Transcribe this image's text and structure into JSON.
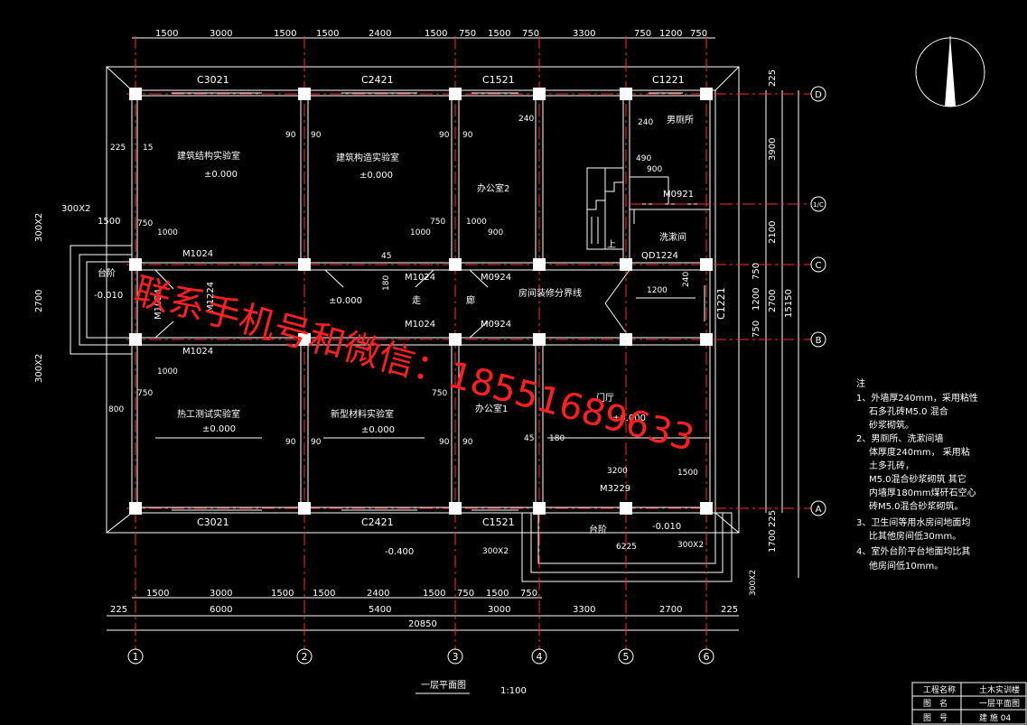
{
  "drawing": {
    "title": "一层平面图",
    "scale": "1:100",
    "watermark": "联系手机号和微信：18551689633"
  },
  "dimensions": {
    "top_segments": [
      "1500",
      "3000",
      "1500",
      "1500",
      "2400",
      "1500",
      "750",
      "1500",
      "750",
      "3300",
      "750",
      "1200",
      "750"
    ],
    "bottom_segments": [
      "1500",
      "3000",
      "1500",
      "1500",
      "2400",
      "1500",
      "750",
      "1500",
      "750"
    ],
    "bottom_bays": [
      "225",
      "6000",
      "5400",
      "3000",
      "3300",
      "2700",
      "225"
    ],
    "overall": "20850",
    "right_segments": [
      "225",
      "3900",
      "2100",
      "750",
      "1200",
      "750",
      "2700",
      "15150",
      "225",
      "1700"
    ],
    "left_segments": [
      "300X2",
      "1500",
      "300X2",
      "2700",
      "300X2"
    ],
    "misc": [
      "225",
      "15",
      "750",
      "1000",
      "800",
      "750",
      "1000",
      "750",
      "1000",
      "900",
      "1000",
      "750",
      "240",
      "240",
      "490",
      "900",
      "1200",
      "240",
      "3200",
      "1500",
      "6225",
      "300X2",
      "300X2",
      "300X2",
      "45",
      "45",
      "180",
      "180",
      "90",
      "90",
      "90",
      "90",
      "90",
      "90",
      "90",
      "90"
    ]
  },
  "axes": {
    "columns": [
      "1",
      "2",
      "3",
      "4",
      "5",
      "6"
    ],
    "rows": [
      "D",
      "1/C",
      "C",
      "B",
      "A"
    ]
  },
  "windows": {
    "top": [
      "C3021",
      "C2421",
      "C1521",
      "C1221"
    ],
    "bottom": [
      "C3021",
      "C2421",
      "C1521"
    ],
    "side": "C1221"
  },
  "rooms": [
    {
      "name": "建筑结构实验室",
      "elev": "±0.000"
    },
    {
      "name": "建筑构造实验室",
      "elev": "±0.000"
    },
    {
      "name": "办公室2",
      "elev": ""
    },
    {
      "name": "男厕所",
      "elev": ""
    },
    {
      "name": "洗漱间",
      "elev": ""
    },
    {
      "name": "热工测试实验室",
      "elev": "±0.000"
    },
    {
      "name": "新型材料实验室",
      "elev": "±0.000"
    },
    {
      "name": "办公室1",
      "elev": ""
    },
    {
      "name": "门厅",
      "elev": "±0.000"
    }
  ],
  "corridor": {
    "label_1": "走",
    "label_2": "廊",
    "elev": "±0.000",
    "note": "房间装修分界线"
  },
  "doors": [
    "M1024",
    "M1024",
    "M1024",
    "M1024",
    "M1024",
    "M0924",
    "M0924",
    "M0921",
    "QD1224",
    "M3229",
    "M1224"
  ],
  "platforms": {
    "left_label": "台阶",
    "left_elev": "-0.010",
    "front_label": "台阶",
    "front_elev": "-0.010",
    "outdoor_elev": "-0.400",
    "stair_up": "上"
  },
  "notes": {
    "heading": "注",
    "lines": [
      "1、外墙厚240mm，采用粘性",
      "石多孔砖M5.0  混合",
      "砂浆砌筑。",
      "2、男厕所、洗漱间墙",
      "体厚度240mm，   采用粘",
      "土多孔砖，",
      "M5.0混合砂浆砌筑 其它",
      "内墙厚180mm煤矸石空心",
      "砖M5.0混合砂浆砌筑。",
      "3、卫生间等用水房间地面均",
      "比其他房间低30mm。",
      "4、室外台阶平台地面均比其",
      "他房间低10mm。"
    ]
  },
  "title_block": {
    "r1_label": "工程名称",
    "r1_value": "土木实训楼",
    "r2_label": "图　名",
    "r2_value": "一层平面图",
    "r3_label": "图　号",
    "r3_value": "建 施 04"
  },
  "colors": {
    "background": "#000000",
    "lines": "#ffffff",
    "axis": "#ff2a2a",
    "watermark": "#ff2020"
  }
}
